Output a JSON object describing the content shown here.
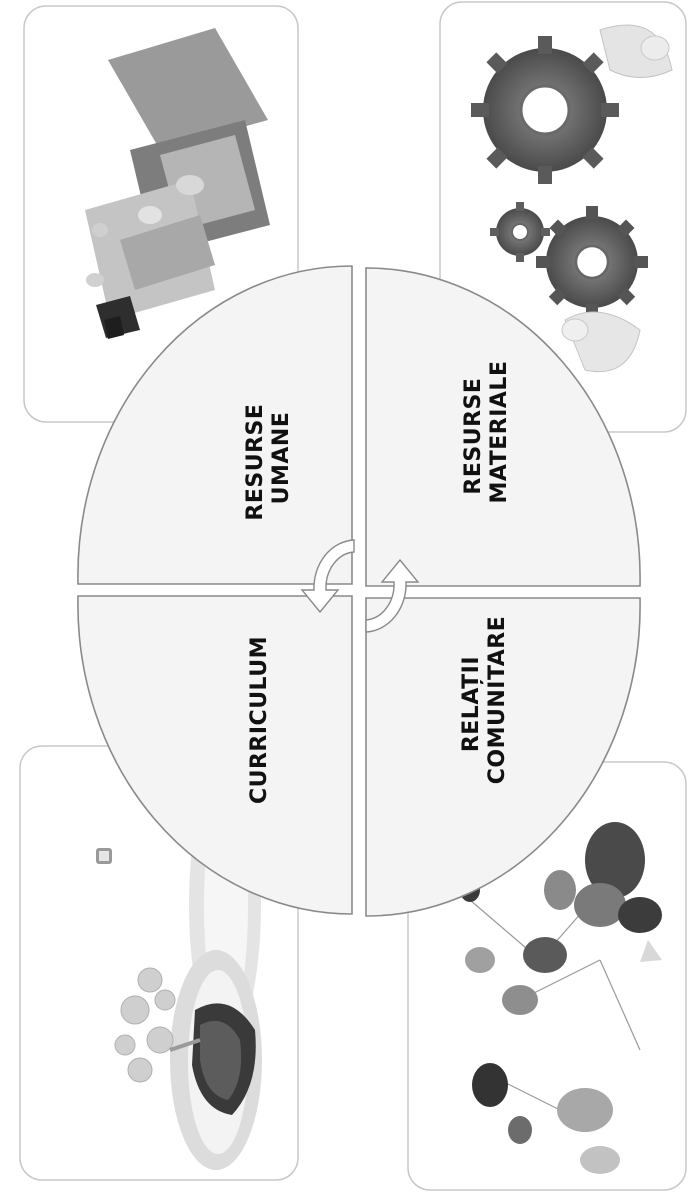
{
  "diagram": {
    "quadrants": [
      {
        "id": "resurse-umane",
        "lines": [
          "RESURSE",
          "UMANE"
        ]
      },
      {
        "id": "resurse-materiale",
        "lines": [
          "RESURSE",
          "MATERIALE"
        ]
      },
      {
        "id": "curriculum",
        "lines": [
          "CURRICULUM"
        ]
      },
      {
        "id": "relatii-comunitare",
        "lines": [
          "RELAȚII",
          "COMUNITARE"
        ]
      }
    ],
    "images": [
      {
        "corner": "top-left",
        "icon": "puzzle-people-icon"
      },
      {
        "corner": "top-right",
        "icon": "gears-people-icon"
      },
      {
        "corner": "bottom-left",
        "icon": "tree-puzzle-icon"
      },
      {
        "corner": "bottom-right",
        "icon": "connected-people-icon"
      }
    ],
    "colors": {
      "quadrant_fill": "#f4f4f4",
      "outline": "#8a8a8a"
    }
  }
}
